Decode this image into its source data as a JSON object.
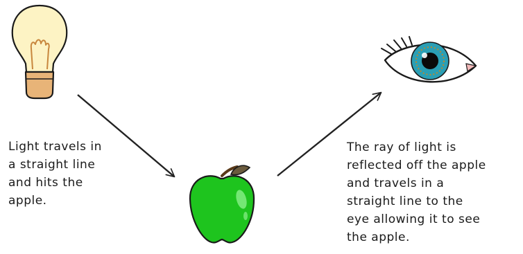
{
  "captions": {
    "light_travels": [
      "Light travels in",
      "a straight line",
      "and hits the",
      "apple."
    ],
    "reflected": [
      "The ray of light is",
      "reflected off the apple",
      "and travels in a",
      "straight line to the",
      "eye allowing it to see",
      "the apple."
    ]
  },
  "icons": {
    "bulb": "light-bulb-icon",
    "apple": "apple-icon",
    "eye": "eye-icon"
  },
  "colors": {
    "apple_green": "#1ec41e",
    "bulb_glass": "#fdf3c4",
    "bulb_base": "#e8b478",
    "iris": "#2a9fb5",
    "arrow": "#222222"
  }
}
